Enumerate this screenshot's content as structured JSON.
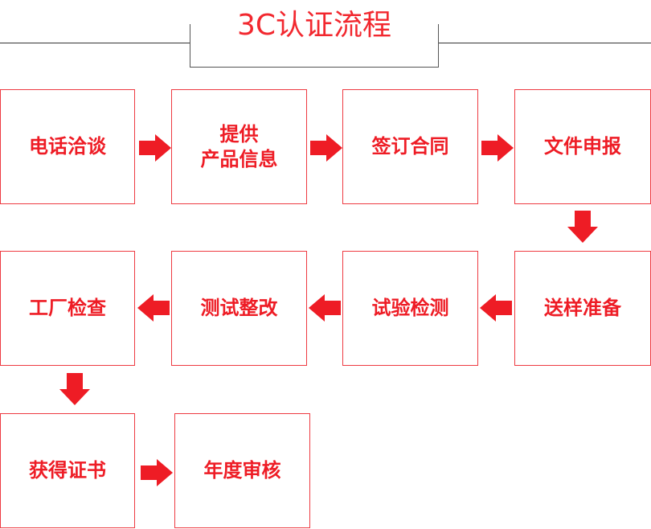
{
  "title": "3C认证流程",
  "colors": {
    "accent": "#ee1c25",
    "border": "#ee3a41",
    "line": "#333333"
  },
  "steps": [
    "电话洽谈",
    "提供\n产品信息",
    "签订合同",
    "文件申报",
    "送样准备",
    "试验检测",
    "测试整改",
    "工厂检查",
    "获得证书",
    "年度审核"
  ]
}
